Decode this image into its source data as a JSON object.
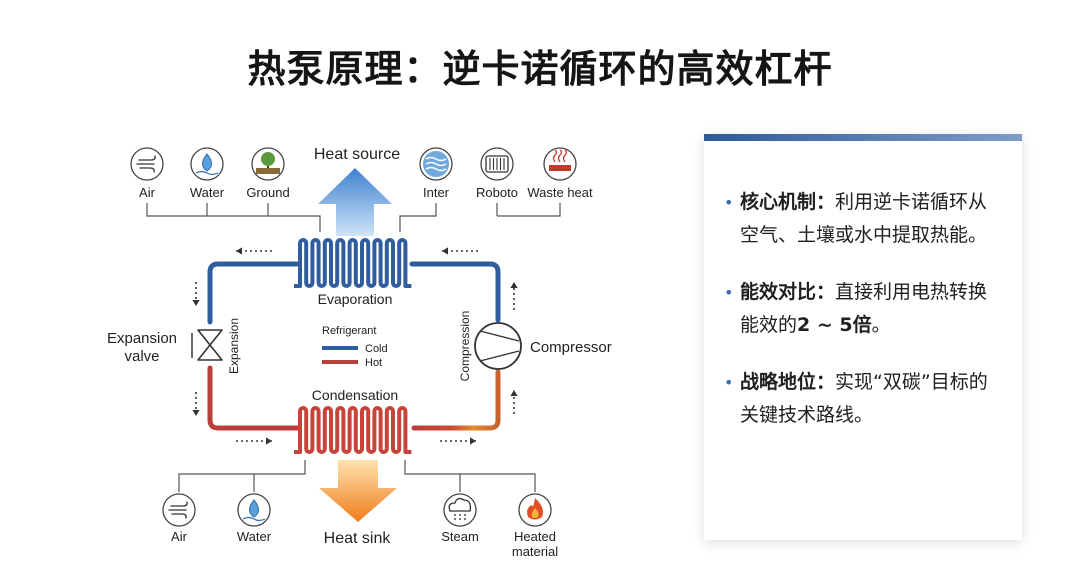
{
  "title": "热泵原理：逆卡诺循环的高效杠杆",
  "diagram": {
    "heat_source_label": "Heat source",
    "heat_sink_label": "Heat sink",
    "evaporation_label": "Evaporation",
    "condensation_label": "Condensation",
    "expansion_valve_label_line1": "Expansion",
    "expansion_valve_label_line2": "valve",
    "compressor_label": "Compressor",
    "expansion_side_label": "Expansion",
    "compression_side_label": "Compression",
    "legend": {
      "title": "Refrigerant",
      "cold": "Cold",
      "hot": "Hot"
    },
    "sources": [
      {
        "label": "Air",
        "icon": "wind-icon"
      },
      {
        "label": "Water",
        "icon": "water-drop-icon"
      },
      {
        "label": "Ground",
        "icon": "tree-icon"
      },
      {
        "label": "Inter",
        "icon": "water-waves-icon"
      },
      {
        "label": "Roboto",
        "icon": "radiator-icon"
      },
      {
        "label": "Waste heat",
        "icon": "waste-heat-icon"
      }
    ],
    "sinks": [
      {
        "label": "Air",
        "icon": "wind-icon"
      },
      {
        "label": "Water",
        "icon": "water-drop-icon"
      },
      {
        "label": "Steam",
        "icon": "steam-cloud-icon"
      },
      {
        "label": "Heated",
        "label2": "material",
        "icon": "flame-icon"
      }
    ],
    "colors": {
      "cold": "#2f5d9e",
      "hot": "#b8403a",
      "arrow_cold": "#4f8fd6",
      "arrow_hot": "#f08a24"
    }
  },
  "panel": {
    "bullets": [
      {
        "lead": "核心机制：",
        "text": "利用逆卡诺循环从空气、土壤或水中提取热能。",
        "em": "",
        "tail": ""
      },
      {
        "lead": "能效对比：",
        "text": "直接利用电热转换能效的",
        "em": "2 ~ 5倍",
        "tail": "。"
      },
      {
        "lead": "战略地位：",
        "text": "实现“双碳”目标的关键技术路线。",
        "em": "",
        "tail": ""
      }
    ]
  }
}
